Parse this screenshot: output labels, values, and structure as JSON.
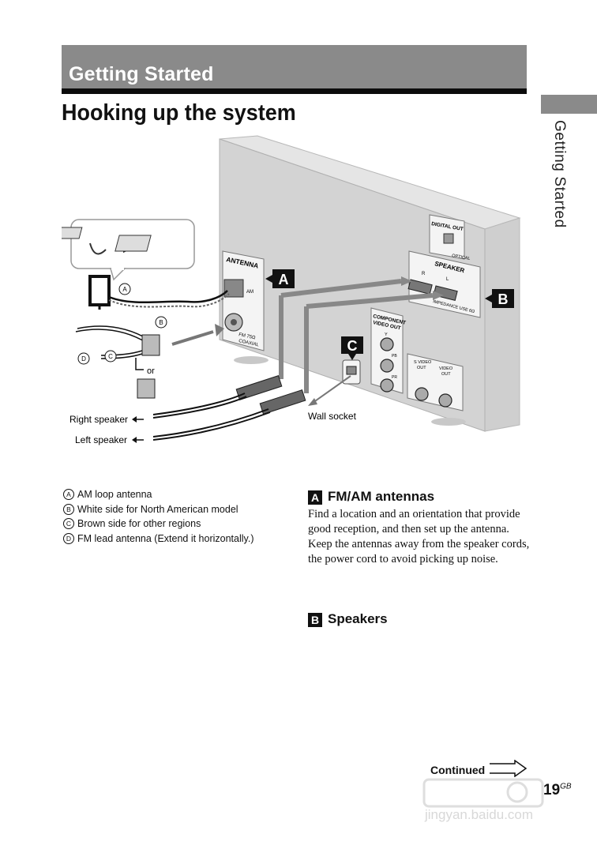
{
  "header": {
    "section_title": "Getting Started",
    "page_title": "Hooking up the system",
    "side_label": "Getting Started"
  },
  "diagram": {
    "panel_labels": {
      "antenna": "ANTENNA",
      "am": "AM",
      "fm": "FM 75Ω",
      "coaxial": "COAXIAL",
      "digital_out": "DIGITAL OUT",
      "optical": "OPTICAL",
      "speaker": "SPEAKER",
      "r": "R",
      "l": "L",
      "impedance": "IMPEDANCE USE 6Ω",
      "component_video_out_1": "COMPONENT",
      "component_video_out_2": "VIDEO OUT",
      "y": "Y",
      "pb": "PB",
      "pr": "PR",
      "s_video_1": "S VIDEO",
      "s_video_2": "OUT",
      "video_1": "VIDEO",
      "video_2": "OUT"
    },
    "markers": {
      "a": "A",
      "b": "B",
      "c": "C"
    },
    "callouts": {
      "a": "A",
      "b": "B",
      "c": "C",
      "d": "D"
    },
    "or_label": "or",
    "right_speaker": "Right speaker",
    "left_speaker": "Left speaker",
    "wall_socket": "Wall socket"
  },
  "legend": [
    {
      "key": "A",
      "text": "AM loop antenna"
    },
    {
      "key": "B",
      "text": "White side for North American model"
    },
    {
      "key": "C",
      "text": "Brown side for other regions"
    },
    {
      "key": "D",
      "text": "FM lead antenna (Extend it horizontally.)"
    }
  ],
  "sections": {
    "a": {
      "marker": "A",
      "title": "FM/AM antennas",
      "para1": "Find a location and an orientation that provide good reception, and then set up the antenna.",
      "para2": "Keep the antennas away from the speaker cords, the power cord to avoid picking up noise."
    },
    "b": {
      "marker": "B",
      "title": "Speakers"
    }
  },
  "footer": {
    "continued": "Continued",
    "page_number": "19",
    "page_suffix": "GB",
    "watermark_text": "jingyan.baidu.com"
  }
}
